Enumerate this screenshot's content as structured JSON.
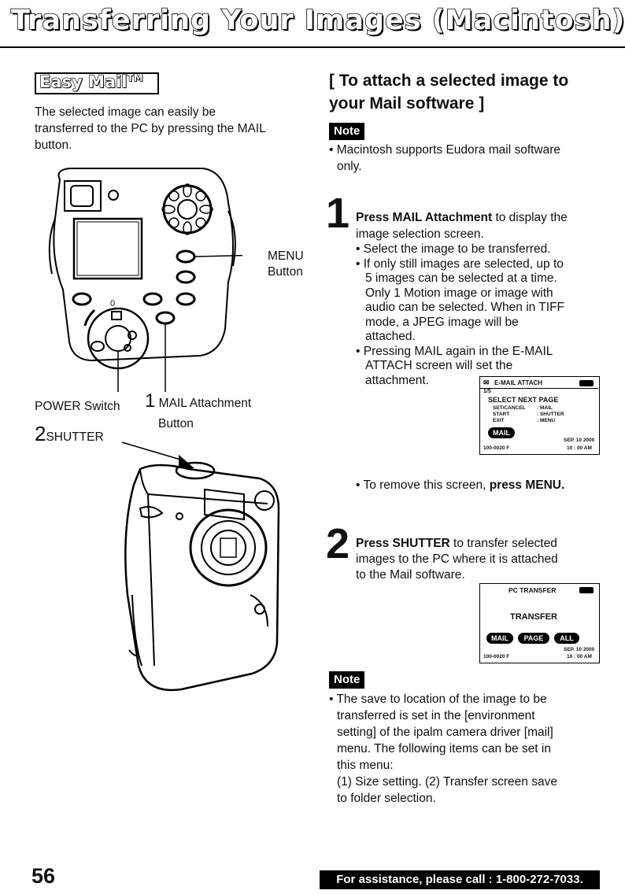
{
  "page_title": "Transferring Your Images (Macintosh)",
  "left": {
    "badge_text": "Easy Mail",
    "badge_tm": "TM",
    "intro_lines": [
      "The selected image can easily be",
      "transferred to the PC by pressing the MAIL",
      "button."
    ],
    "callouts": {
      "menu": "MENU",
      "menu_sub": "Button",
      "power": "POWER Switch",
      "mail_num": "1",
      "mail": "MAIL Attachment",
      "mail_sub": "Button",
      "shutter_num": "2",
      "shutter": "SHUTTER",
      "small_zero": "0"
    }
  },
  "right": {
    "heading_lines": [
      "[ To attach a selected image to",
      "your Mail software ]"
    ],
    "note_label": "Note",
    "note1_lines": [
      "• Macintosh supports Eudora mail software",
      "only."
    ],
    "step1": {
      "num": "1",
      "bold": "Press MAIL Attachment",
      "rest": " to display the",
      "line2": "image selection screen.",
      "bullets": [
        "• Select the image to be transferred.",
        "• If only still images are selected, up to",
        "5 images can be selected at a time.",
        "Only 1 Motion image or image with",
        "audio can be selected. When in TIFF",
        "mode, a JPEG image will be",
        "attached.",
        "• Pressing MAIL again in the E-MAIL",
        "ATTACH screen will set the",
        "attachment."
      ],
      "remove_prefix": "• To remove this screen, ",
      "remove_bold": "press MENU."
    },
    "screen1": {
      "title": "E-MAIL ATTACH",
      "counter": "1/5",
      "subtitle": "SELECT NEXT PAGE",
      "rows": [
        [
          "SET/CANCEL",
          ": MAIL"
        ],
        [
          "START",
          ": SHUTTER"
        ],
        [
          "EXIT",
          ": MENU"
        ]
      ],
      "pill": "MAIL",
      "date": "SEP. 10 2000",
      "file": "100-0020 F",
      "time": "10 : 00 AM"
    },
    "step2": {
      "num": "2",
      "bold": "Press SHUTTER",
      "rest": " to transfer selected",
      "lines": [
        "images to the PC where it is attached",
        "to the Mail software."
      ]
    },
    "screen2": {
      "title": "PC TRANSFER",
      "center": "TRANSFER",
      "pills": [
        "MAIL",
        "PAGE",
        "ALL"
      ],
      "date": "SEP. 10 2000",
      "file": "100-0020 F",
      "time": "10 : 00 AM"
    },
    "note2_label": "Note",
    "note2_lines": [
      "• The save to location of the image to be",
      "transferred is set in the [environment",
      "setting] of the ipalm camera driver [mail]",
      "menu. The following items can be set in",
      "this menu:",
      "(1) Size setting. (2) Transfer screen save",
      "to folder selection."
    ]
  },
  "footer": {
    "page_number": "56",
    "assistance": "For assistance, please call : 1-800-272-7033."
  }
}
